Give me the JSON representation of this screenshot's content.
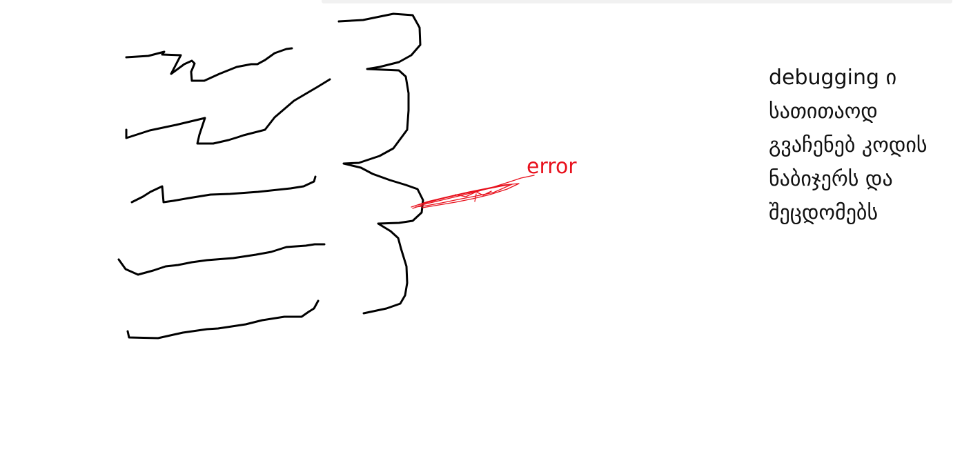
{
  "annotation": {
    "label": "error",
    "color": "#e8101c"
  },
  "note": {
    "lines": [
      "debugging ი",
      "სათითაოდ",
      "გვაჩენებ კოდის",
      "ნაბიჯერს და",
      "შეცდომებს"
    ]
  },
  "colors": {
    "ink": "#000000",
    "accent": "#e8101c",
    "background": "#ffffff"
  }
}
